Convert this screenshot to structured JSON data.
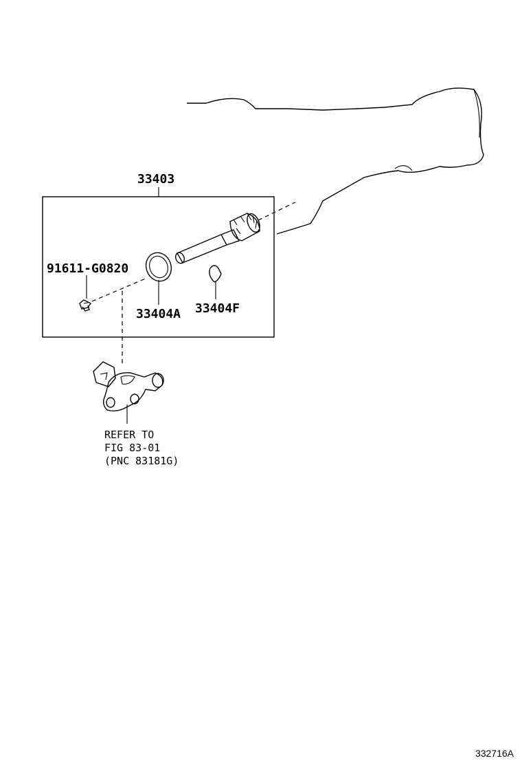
{
  "parts": {
    "assembly": "33403",
    "bolt": "91611-G0820",
    "o_ring": "33404A",
    "clip": "33404F"
  },
  "reference": {
    "line1": "REFER TO",
    "line2": "FIG 83-01",
    "line3": "(PNC 83181G)"
  },
  "illustration_id": "332716A"
}
